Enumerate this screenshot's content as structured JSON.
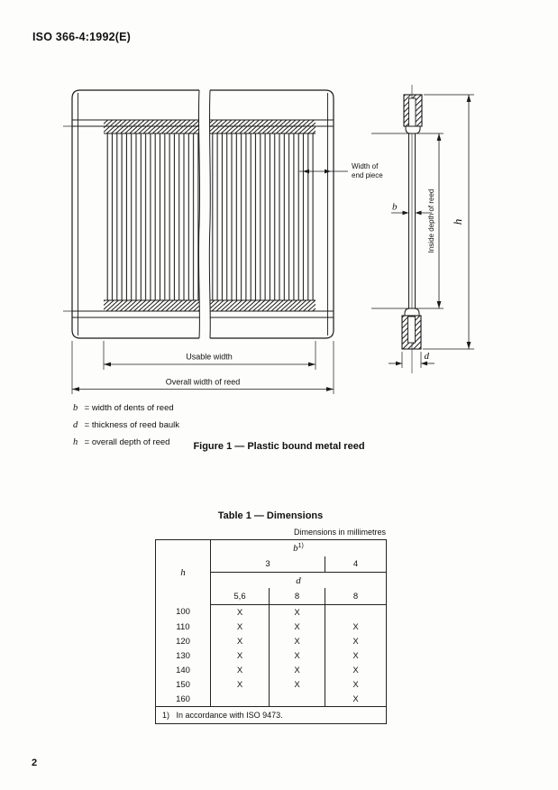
{
  "page": {
    "header": "ISO 366-4:1992(E)",
    "page_number": "2"
  },
  "figure": {
    "caption": "Figure 1 — Plastic bound metal reed",
    "labels": {
      "end_piece_line1": "Width of",
      "end_piece_line2": "end piece",
      "b": "b",
      "d": "d",
      "h": "h",
      "inside_depth": "Inside depth of reed",
      "usable_width": "Usable width",
      "overall_width": "Overall width of reed"
    },
    "legend": [
      {
        "symbol": "b",
        "text": "=  width of dents of reed"
      },
      {
        "symbol": "d",
        "text": "=  thickness of reed baulk"
      },
      {
        "symbol": "h",
        "text": "=  overall depth of reed"
      }
    ]
  },
  "table": {
    "title": "Table 1 — Dimensions",
    "units_note": "Dimensions in millimetres",
    "col_h_label": "h",
    "b_label": "b",
    "b_sup": "1)",
    "b_values": [
      "3",
      "4"
    ],
    "d_label": "d",
    "d_values": [
      "5,6",
      "8",
      "8"
    ],
    "rows": [
      {
        "h": "100",
        "c1": "X",
        "c2": "X",
        "c3": ""
      },
      {
        "h": "110",
        "c1": "X",
        "c2": "X",
        "c3": "X"
      },
      {
        "h": "120",
        "c1": "X",
        "c2": "X",
        "c3": "X"
      },
      {
        "h": "130",
        "c1": "X",
        "c2": "X",
        "c3": "X"
      },
      {
        "h": "140",
        "c1": "X",
        "c2": "X",
        "c3": "X"
      },
      {
        "h": "150",
        "c1": "X",
        "c2": "X",
        "c3": "X"
      },
      {
        "h": "160",
        "c1": "",
        "c2": "",
        "c3": "X"
      }
    ],
    "footnote_marker": "1)",
    "footnote_text": "In accordance with ISO 9473."
  }
}
